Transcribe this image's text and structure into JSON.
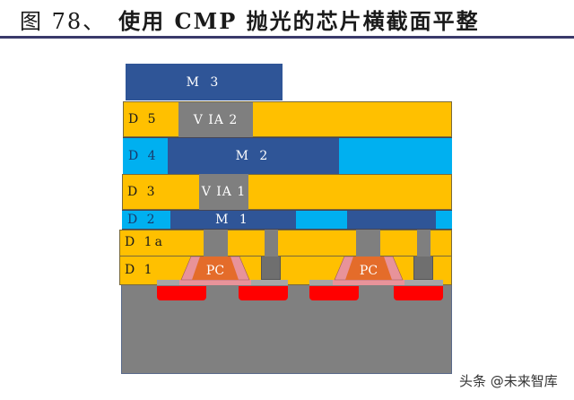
{
  "figure": {
    "number": "图 78、",
    "title": "使用 CMP 抛光的芯片横截面平整",
    "rule_color": "#3a3a6a"
  },
  "layers": {
    "M3": "M 3",
    "D5": "D 5",
    "VIA2": "V IA 2",
    "D4": "D 4",
    "M2": "M 2",
    "D3": "D 3",
    "VIA1": "V IA 1",
    "D2": "D 2",
    "M1": "M 1",
    "D1a": "D 1a",
    "D1": "D 1",
    "PC_left": "PC",
    "PC_right": "PC"
  },
  "colors": {
    "dielectric": "#ffc000",
    "dielectric_blue": "#00b0f0",
    "metal": "#2f5597",
    "via": "#7f7f7f",
    "substrate": "#808080",
    "source_drain": "#ff0000",
    "gate_poly": "#e46c2a",
    "spacer": "#e8939a",
    "silicide": "#a6a6a6"
  },
  "watermark": "头条 @未来智库"
}
